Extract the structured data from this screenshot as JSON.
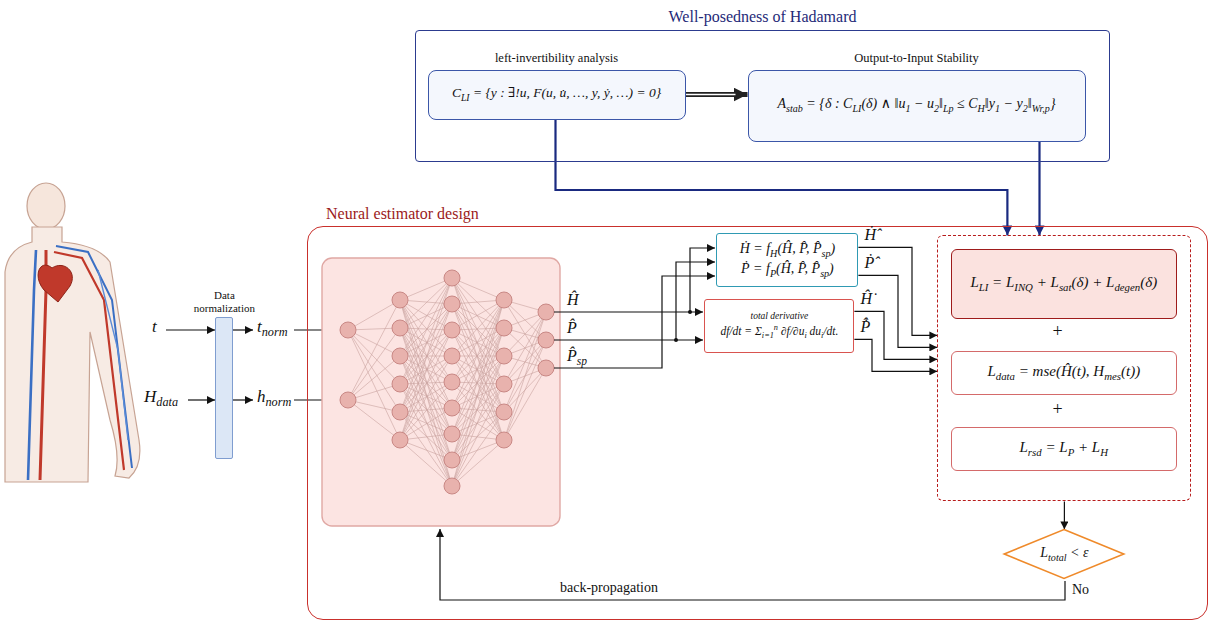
{
  "diagram": {
    "nodes": [
      {
        "text": [
          "Well-posedness of Hadamard"
        ]
      },
      {
        "text": [
          "left-invertibility analysis",
          "CLI = {y : ∃!u, F(u, u̇, …, y, ẏ, …) = 0}"
        ],
        "in": 0
      },
      {
        "text": [
          "Output-to-Input Stability",
          "Astab = {δ : CLI(δ) ∧ ‖u1 − u2‖Lp ≤ CH‖y1 − y2‖Wr,p}"
        ],
        "in": 0
      },
      {
        "text": [
          "Neural estimator design"
        ]
      },
      {
        "text": [
          "Data normalization"
        ],
        "in": 3
      },
      {
        "text": [
          "Ḣ = fH(Ĥ, P̂, P̂sp)",
          "Ṗ = fP(Ĥ, P̂, P̂sp)"
        ],
        "in": 3
      },
      {
        "text": [
          "total derivative",
          "df/dt = Σi=1n ∂f/∂ui dui/dt."
        ],
        "in": 3
      },
      {
        "text": [
          "+",
          "+"
        ],
        "in": 3
      },
      {
        "text": [
          "LLI = LINQ + Lsat(δ) + Ldegen(δ)"
        ],
        "in": 7
      },
      {
        "text": [
          "Ldata = mse(Ĥ(t), Hmes(t))"
        ],
        "in": 7
      },
      {
        "text": [
          "Lrsd = LP + LH"
        ],
        "in": 7
      },
      {
        "text": [
          "Ltotal < ε"
        ],
        "in": 3
      }
    ],
    "edges": [
      {
        "from": 1,
        "to": 2,
        "arrow": "to"
      },
      {
        "from": 1,
        "to": 7,
        "arrow": "to"
      },
      {
        "from": 2,
        "to": 7,
        "arrow": "to"
      },
      {
        "from": 5,
        "to": 7,
        "arrow": "to",
        "label": "Ḣ̂"
      },
      {
        "from": 5,
        "to": 7,
        "arrow": "to",
        "label": "Ṗ̂"
      },
      {
        "from": 6,
        "to": 7,
        "arrow": "to",
        "label": "Ĥ̇"
      },
      {
        "from": 6,
        "to": 7,
        "arrow": "to",
        "label": "P̂̇"
      },
      {
        "from": 7,
        "to": 11,
        "arrow": "to"
      }
    ],
    "labels": [
      "t",
      "Hdata",
      "tnorm",
      "hnorm",
      "Ĥ",
      "P̂",
      "P̂sp",
      "back-propagation",
      "No"
    ]
  }
}
